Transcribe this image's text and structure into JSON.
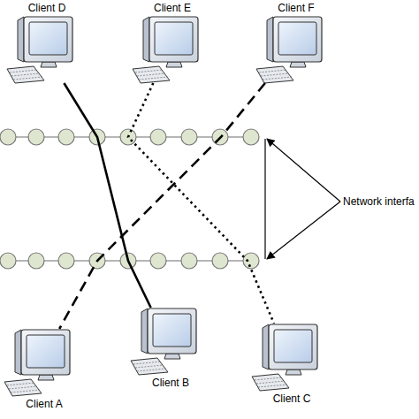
{
  "diagram": {
    "nodes": [
      {
        "text": [
          "Client D"
        ]
      },
      {
        "text": [
          "Client E"
        ]
      },
      {
        "text": [
          "Client F"
        ]
      },
      {
        "text": [
          "Client A"
        ]
      },
      {
        "text": [
          "Client B"
        ]
      },
      {
        "text": [
          "Client C"
        ]
      }
    ],
    "edges": [
      {
        "from": 0,
        "to": 4,
        "arrow": "none"
      },
      {
        "from": 1,
        "to": 5,
        "arrow": "none"
      },
      {
        "from": 2,
        "to": 3,
        "arrow": "none"
      }
    ],
    "labels": [
      "Network interfa"
    ]
  }
}
